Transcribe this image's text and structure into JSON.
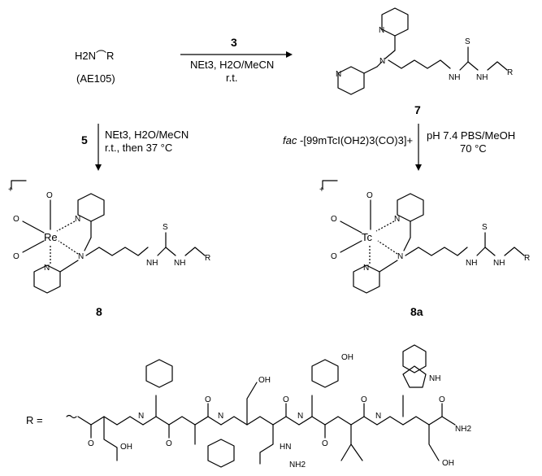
{
  "reactant": {
    "formula": "H2N⌒R",
    "label": "(AE105)"
  },
  "step1": {
    "reagent_number": "3",
    "conditions": "NEt3, H2O/MeCN",
    "temp": "r.t."
  },
  "compound7": {
    "number": "7"
  },
  "step2": {
    "reagent_prefix": "fac",
    "reagent": "-[99mTcI(OH2)3(CO)3]+",
    "conditions": "pH 7.4 PBS/MeOH",
    "temp": "70 °C"
  },
  "step3": {
    "reagent_number": "5",
    "conditions": "NEt3, H2O/MeCN",
    "temp": "r.t., then 37 °C"
  },
  "compound8": {
    "number": "8",
    "metal": "Re"
  },
  "compound8a": {
    "number": "8a",
    "metal": "Tc"
  },
  "r_group": {
    "label": "R ="
  },
  "atoms": {
    "N": "N",
    "H": "H",
    "S": "S",
    "O": "O",
    "R": "R",
    "OH": "OH",
    "NH": "NH",
    "NH2": "NH2",
    "HN": "HN",
    "plus": "+"
  }
}
